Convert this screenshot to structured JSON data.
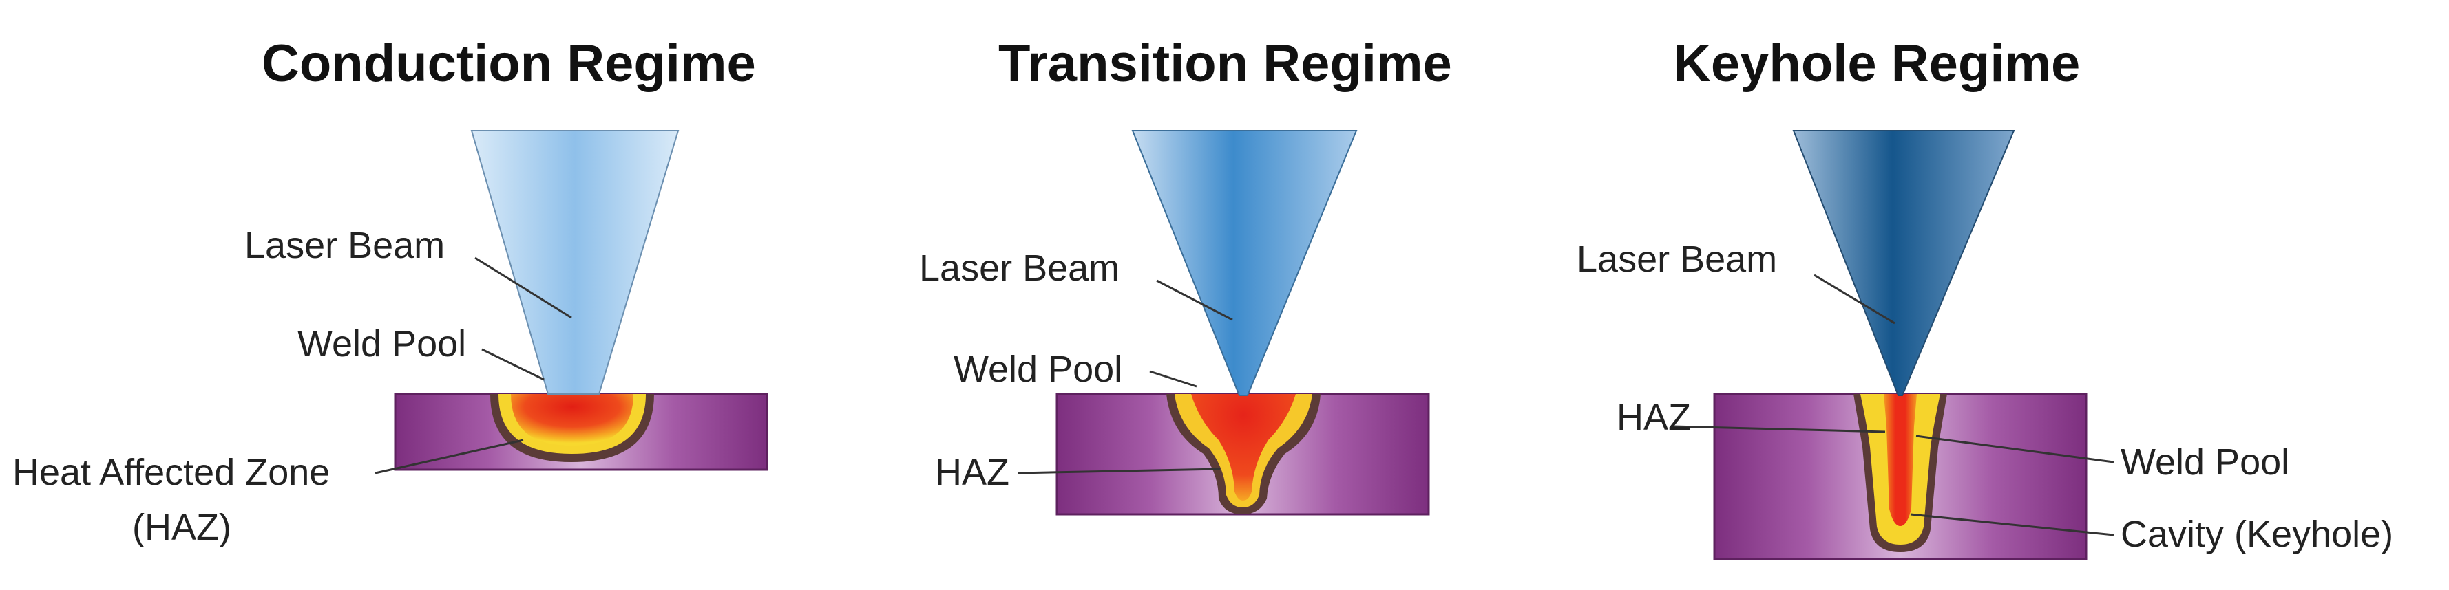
{
  "panels": [
    {
      "title": "Conduction Regime",
      "labels": {
        "laser_beam": "Laser Beam",
        "weld_pool": "Weld Pool",
        "haz_line1": "Heat Affected Zone",
        "haz_line2": "(HAZ)"
      }
    },
    {
      "title": "Transition Regime",
      "labels": {
        "laser_beam": "Laser Beam",
        "weld_pool": "Weld Pool",
        "haz": "HAZ"
      }
    },
    {
      "title": "Keyhole Regime",
      "labels": {
        "laser_beam": "Laser Beam",
        "haz": "HAZ",
        "weld_pool": "Weld Pool",
        "cavity": "Cavity (Keyhole)"
      }
    }
  ],
  "colors": {
    "workpiece": "#8e3f8e",
    "haz_rim": "#5a3a36",
    "pool_outer": "#f2d22e",
    "pool_core": "#e8251a",
    "beam_light": "#cfe3f5",
    "beam_dark": "#1b5f95"
  }
}
